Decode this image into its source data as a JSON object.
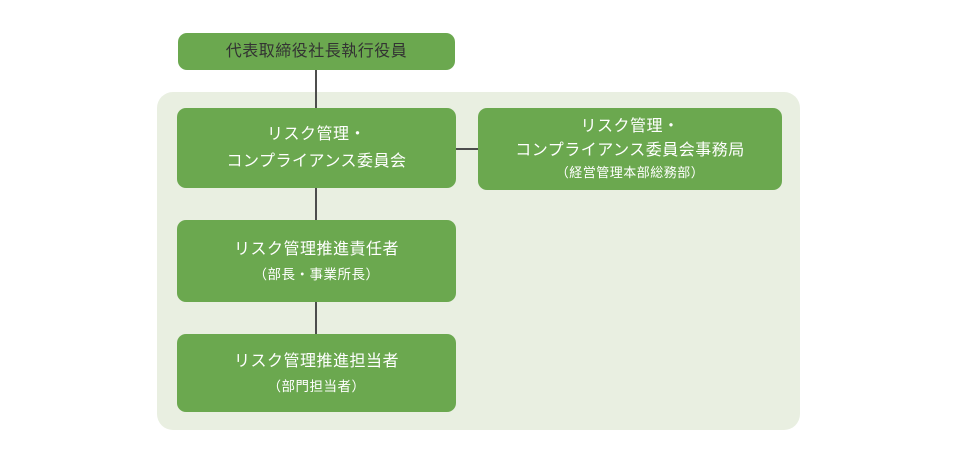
{
  "colors": {
    "box_green": "#6BA84F",
    "panel_background": "#E9EFE1",
    "connector_gray": "#4D4D4D",
    "president_text": "#333333",
    "box_text": "#FFFFFF",
    "page_background": "#FFFFFF"
  },
  "nodes": {
    "president": {
      "label": "代表取締役社長執行役員"
    },
    "committee": {
      "line1": "リスク管理・",
      "line2": "コンプライアンス委員会"
    },
    "secretariat": {
      "line1": "リスク管理・",
      "line2": "コンプライアンス委員会事務局",
      "line3": "（経営管理本部総務部）"
    },
    "manager": {
      "line1": "リスク管理推進責任者",
      "line2": "（部長・事業所長）"
    },
    "staff": {
      "line1": "リスク管理推進担当者",
      "line2": "（部門担当者）"
    }
  }
}
